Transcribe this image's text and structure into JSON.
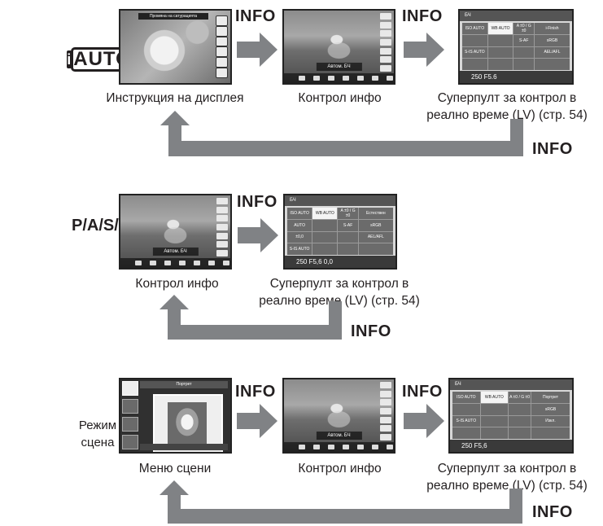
{
  "info_label": "INFO",
  "row1": {
    "mode_icon_text": "AUTO",
    "mode_icon_i": "i",
    "screen1_caption": "Инструкция на дисплея",
    "screen1_topbar": "Промяна на сатурацията",
    "screen2_caption": "Контрол инфо",
    "screen2_wb": "Автом. БЧ",
    "screen3_caption": "Суперпулт за контрол в реално време (LV) (стр. 54)",
    "screen3_header": "БЧ",
    "screen3_footer": "250  F5.6",
    "scp_cells": [
      "ISO AUTO",
      "WB AUTO",
      "A ±0 / G ±0",
      "i-Finish",
      "",
      "",
      "S-AF",
      "sRGB",
      "S-IS AUTO",
      "",
      "",
      "AEL/AFL",
      "",
      "",
      "",
      ""
    ]
  },
  "row2": {
    "mode_label": "P/A/S/M",
    "screen1_caption": "Контрол инфо",
    "screen1_wb": "Автом. БЧ",
    "screen2_caption": "Суперпулт за контрол в реално време (LV) (стр. 54)",
    "screen2_header": "БЧ",
    "screen2_footer": "250  F5,6  0,0",
    "scp_cells": [
      "ISO AUTO",
      "WB AUTO",
      "A ±0 / G ±0",
      "Естествен",
      "AUTO",
      "",
      "S-AF",
      "sRGB",
      "±0,0",
      "",
      "",
      "AEL/AFL",
      "S-IS AUTO",
      "",
      "",
      ""
    ]
  },
  "row3": {
    "mode_label": "Режим сцена",
    "screen1_caption": "Меню сцени",
    "screen1_title": "Портрет",
    "screen2_caption": "Контрол инфо",
    "screen2_wb": "Автом. БЧ",
    "screen3_caption": "Суперпулт за контрол в реално време (LV) (стр. 54)",
    "screen3_header": "БЧ",
    "screen3_footer": "250  F5,6",
    "scp_cells": [
      "ISO AUTO",
      "WB AUTO",
      "A ±0 / G ±0",
      "Портрет",
      "",
      "",
      "",
      "sRGB",
      "S-IS AUTO",
      "",
      "",
      "Изкл.",
      "",
      "",
      "",
      ""
    ]
  }
}
